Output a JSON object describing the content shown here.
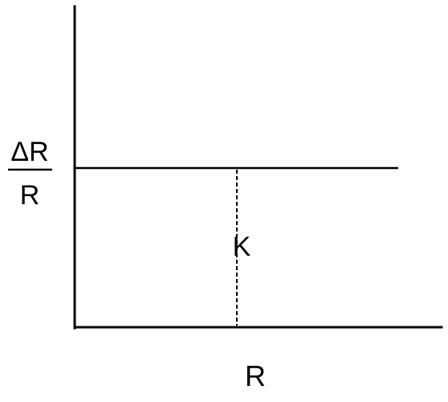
{
  "diagram": {
    "y_axis_label_numerator": "ΔR",
    "y_axis_label_denominator": "R",
    "x_axis_label": "R",
    "dashed_line_label": "K",
    "line_color": "#000000",
    "background_color": "#ffffff"
  }
}
